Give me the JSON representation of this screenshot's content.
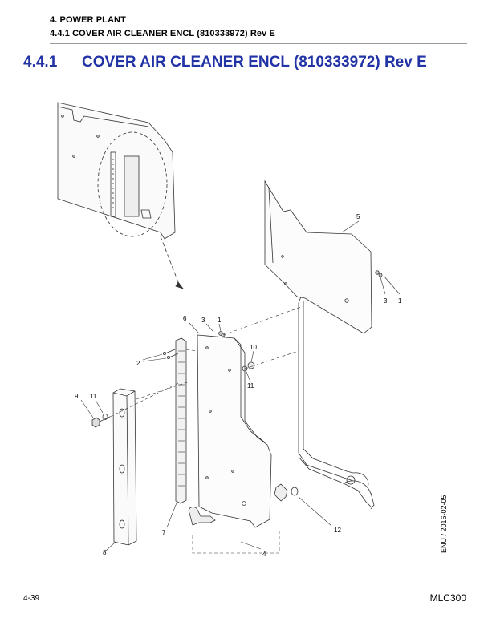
{
  "header": {
    "chapter": "4. POWER PLANT",
    "subsection": "4.4.1 COVER AIR CLEANER ENCL (810333972) Rev E"
  },
  "section": {
    "number": "4.4.1",
    "title": "COVER AIR CLEANER ENCL (810333972) Rev E"
  },
  "callouts": {
    "c1a": "1",
    "c3a": "3",
    "c5": "5",
    "c6": "6",
    "c3b": "3",
    "c1b": "1",
    "c10": "10",
    "c2": "2",
    "c11a": "11",
    "c9": "9",
    "c11b": "11",
    "c7": "7",
    "c8": "8",
    "c4": "4",
    "c12": "12"
  },
  "side_text": "ENU / 2016-02-05",
  "footer": {
    "page": "4-39",
    "model": "MLC300"
  }
}
